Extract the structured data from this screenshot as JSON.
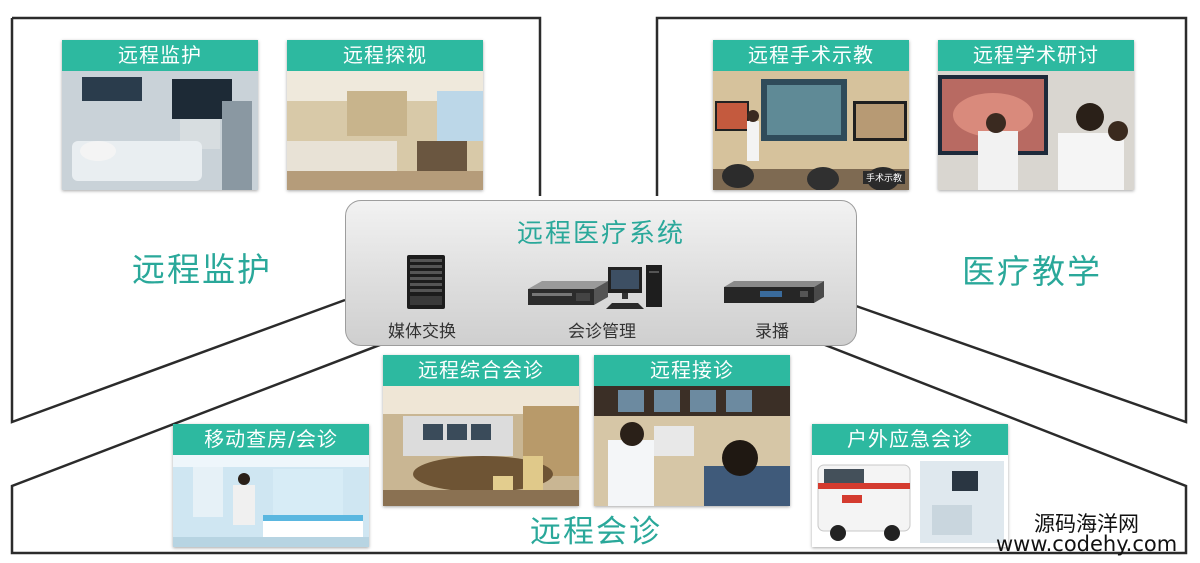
{
  "zones": {
    "left": "远程监护",
    "right": "医疗教学",
    "bottom": "远程会诊"
  },
  "center": {
    "title": "远程医疗系统",
    "devices": [
      "媒体交换",
      "会诊管理",
      "录播"
    ]
  },
  "cards": {
    "monitor": "远程监护",
    "visit": "远程探视",
    "surgery": "远程手术示教",
    "seminar": "远程学术研讨",
    "consult": "远程综合会诊",
    "reception": "远程接诊",
    "ward": "移动查房/会诊",
    "emergency": "户外应急会诊"
  },
  "surgery_screen_caption": "手术示教",
  "watermark": {
    "line1": "源码海洋网",
    "line2": "www.codehy.com"
  },
  "colors": {
    "accent": "#2db9a0",
    "zone_text": "#2aa89a",
    "frame": "#2b2b2b"
  }
}
